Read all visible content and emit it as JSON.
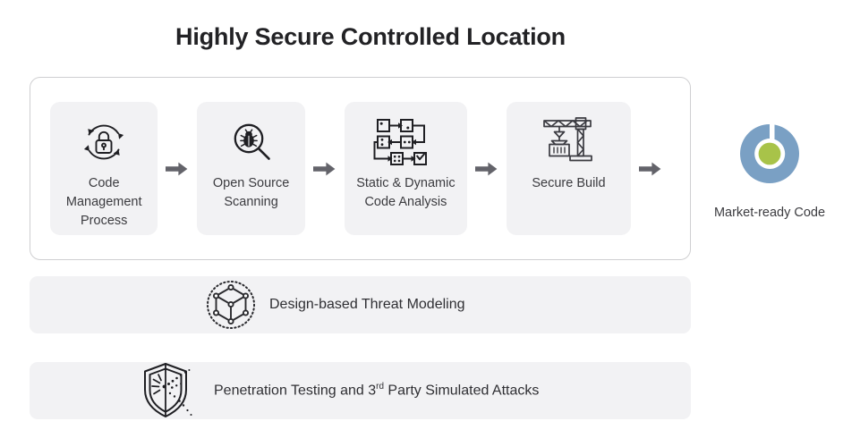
{
  "title": "Highly Secure Controlled Location",
  "pipeline": {
    "steps": [
      {
        "label": "Code Management Process",
        "icon": "lock-cycle-icon"
      },
      {
        "label": "Open Source Scanning",
        "icon": "bug-magnifier-icon"
      },
      {
        "label": "Static & Dynamic Code Analysis",
        "icon": "flowchart-icon"
      },
      {
        "label": "Secure Build",
        "icon": "crane-icon"
      }
    ],
    "connector_icon": "arrow-right-icon",
    "connector_count": 4
  },
  "outcome": {
    "label": "Market-ready Code",
    "icon": "brand-b-logo",
    "ring_color": "#7aa0c4",
    "center_color": "#a8c349"
  },
  "bands": [
    {
      "label": "Design-based Threat Modeling",
      "icon": "cube-network-icon"
    },
    {
      "label_prefix": "Penetration Testing and 3",
      "label_sup": "rd",
      "label_suffix": " Party Simulated Attacks",
      "icon": "shield-impact-icon"
    }
  ],
  "colors": {
    "background": "#ffffff",
    "card_background": "#f2f2f4",
    "container_border": "#cfcfd1",
    "title_text": "#222225",
    "body_text": "#3b3b3f",
    "arrow": "#63636a",
    "icon_stroke": "#1f1f23"
  }
}
